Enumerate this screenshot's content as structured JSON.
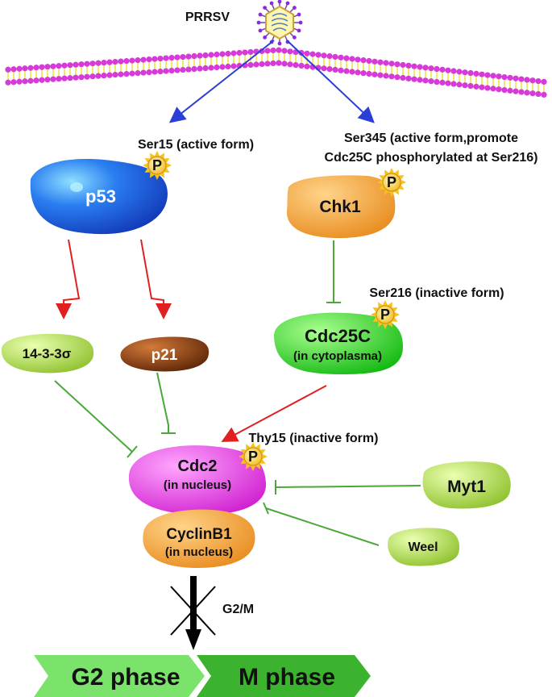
{
  "virus": {
    "label": "PRRSV"
  },
  "annotations": {
    "p53_site": "Ser15 (active form)",
    "chk1_site_line1": "Ser345 (active form,promote",
    "chk1_site_line2": "Cdc25C phosphorylated at Ser216)",
    "cdc25c_site": "Ser216 (inactive form)",
    "cdc2_site": "Thy15 (inactive form)",
    "arrest": "G2/M"
  },
  "nodes": {
    "p53": "p53",
    "chk1": "Chk1",
    "cdc25c": "Cdc25C",
    "cdc25c_loc": "(in cytoplasma)",
    "sigma": "14-3-3σ",
    "p21": "p21",
    "cdc2": "Cdc2",
    "cdc2_loc": "(in nucleus)",
    "cyclinb1": "CyclinB1",
    "cyclinb1_loc": "(in nucleus)",
    "myt1": "Myt1",
    "weel": "Weel"
  },
  "phospho": {
    "label": "P"
  },
  "phases": {
    "g2": "G2 phase",
    "m": "M phase"
  },
  "colors": {
    "membrane_head": "#d63ad8",
    "membrane_tail": "#e8e23a",
    "activate_blue": "#2a3fd6",
    "activate_red": "#e02020",
    "inhibit_green": "#4aa83a",
    "p53": "#1f66e8",
    "chk1": "#f4a23a",
    "cdc25c": "#2fd12f",
    "sigma": "#b9e04a",
    "p21": "#8a3d0e",
    "cdc2": "#e02ee0",
    "cyclinb1": "#f4a23a",
    "myt1": "#a9d84a",
    "weel": "#a9d84a",
    "phase_g2": "#7be36b",
    "phase_m": "#3cb32e"
  }
}
